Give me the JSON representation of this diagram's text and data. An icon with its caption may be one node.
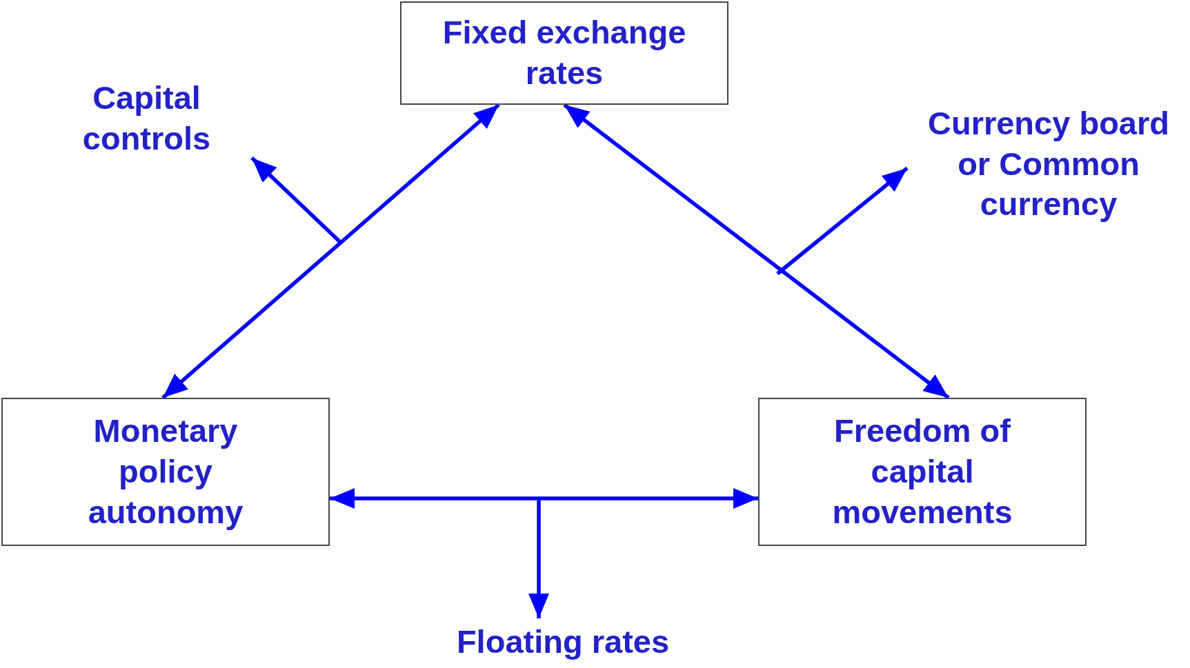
{
  "diagram": {
    "nodes": [
      {
        "text": [
          "Fixed exchange rates"
        ]
      },
      {
        "text": [
          "Capital controls"
        ]
      },
      {
        "text": [
          "Currency board or Common currency"
        ]
      },
      {
        "text": [
          "Monetary policy autonomy"
        ]
      },
      {
        "text": [
          "Freedom of capital movements"
        ]
      },
      {
        "text": [
          "Floating rates"
        ]
      }
    ],
    "edges": [
      {
        "from": 3,
        "to": 0,
        "arrow": "both"
      },
      {
        "from": 0,
        "to": 4,
        "arrow": "both"
      },
      {
        "from": 3,
        "to": 4,
        "arrow": "both"
      },
      {
        "from": null,
        "to": 1,
        "arrow": "to"
      },
      {
        "from": null,
        "to": 2,
        "arrow": "to"
      },
      {
        "from": null,
        "to": 5,
        "arrow": "to"
      }
    ]
  }
}
